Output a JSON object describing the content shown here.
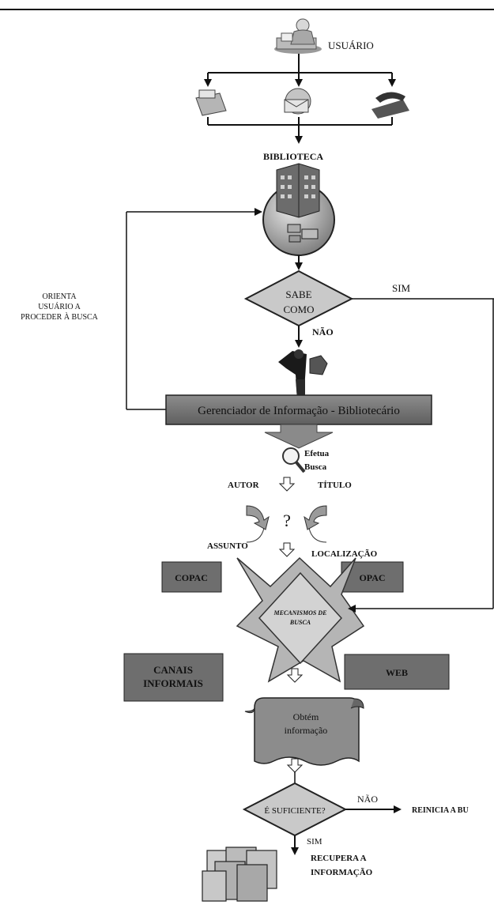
{
  "labels": {
    "usuario": "USUÁRIO",
    "biblioteca": "BIBLIOTECA",
    "orienta_1": "ORIENTA",
    "orienta_2": "USUÁRIO A",
    "orienta_3": "PROCEDER À BUSCA",
    "sabe_1": "SABE",
    "sabe_2": "COMO",
    "sim": "SIM",
    "nao": "NÃO",
    "gerenciador": "Gerenciador de Informação - Bibliotecário",
    "efetua_1": "Efetua",
    "efetua_2": "Busca",
    "autor": "AUTOR",
    "titulo": "TÍTULO",
    "question": "?",
    "assunto": "ASSUNTO",
    "localizacao": "LOCALIZAÇÃO",
    "copac": "COPAC",
    "opac": "OPAC",
    "mecanismos_1": "MECANISMOS DE",
    "mecanismos_2": "BUSCA",
    "canais_1": "CANAIS",
    "canais_2": "INFORMAIS",
    "web": "WEB",
    "obtem_1": "Obtém",
    "obtem_2": "informação",
    "suficiente": "É SUFICIENTE?",
    "nao2": "NÃO",
    "reinicia": "REINICIA A BU",
    "sim2": "SIM",
    "recupera_1": "RECUPERA A",
    "recupera_2": "INFORMAÇÃO"
  },
  "icons": {
    "user": "user-at-desk-icon",
    "fax": "fax-machine-icon",
    "email": "email-globe-icon",
    "phone": "telephone-icon",
    "library": "library-building-icon",
    "librarian": "librarian-figure-icon",
    "search": "magnifier-icon",
    "documents": "document-stack-icon"
  },
  "colors": {
    "box_fill": "#7a7a7a",
    "diamond_fill": "#c9c9c9",
    "line": "#111111"
  }
}
